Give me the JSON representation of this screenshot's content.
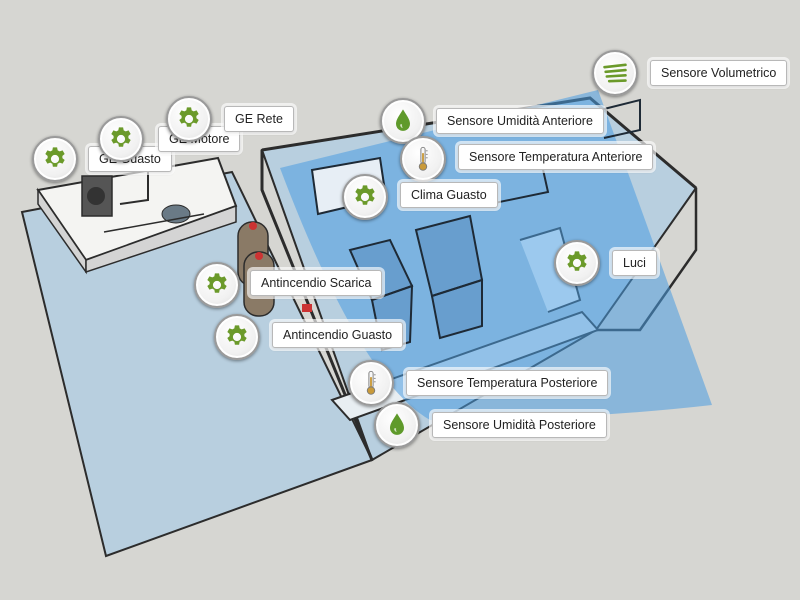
{
  "colors": {
    "accent_green": "#6b9a2a",
    "water_drop": "#5f9a2b",
    "coverage_blue": "#4b9de0",
    "floor_blue": "#b8cfdf",
    "background": "#d6d6d2"
  },
  "sensors": [
    {
      "id": "ge-guasto",
      "icon": "gear-icon",
      "label": "GE Guasto"
    },
    {
      "id": "ge-motore",
      "icon": "gear-icon",
      "label": "GE Motore"
    },
    {
      "id": "ge-rete",
      "icon": "gear-icon",
      "label": "GE Rete"
    },
    {
      "id": "umidita-anteriore",
      "icon": "water-drop-icon",
      "label": "Sensore Umidità Anteriore"
    },
    {
      "id": "temperatura-anteriore",
      "icon": "thermometer-icon",
      "label": "Sensore Temperatura Anteriore"
    },
    {
      "id": "volumetrico",
      "icon": "motion-sensor-icon",
      "label": "Sensore Volumetrico"
    },
    {
      "id": "clima-guasto",
      "icon": "gear-icon",
      "label": "Clima Guasto"
    },
    {
      "id": "luci",
      "icon": "gear-icon",
      "label": "Luci"
    },
    {
      "id": "antincendio-scarica",
      "icon": "gear-icon",
      "label": "Antincendio Scarica"
    },
    {
      "id": "antincendio-guasto",
      "icon": "gear-icon",
      "label": "Antincendio Guasto"
    },
    {
      "id": "temperatura-posteriore",
      "icon": "thermometer-icon",
      "label": "Sensore Temperatura Posteriore"
    },
    {
      "id": "umidita-posteriore",
      "icon": "water-drop-icon",
      "label": "Sensore Umidità Posteriore"
    }
  ]
}
